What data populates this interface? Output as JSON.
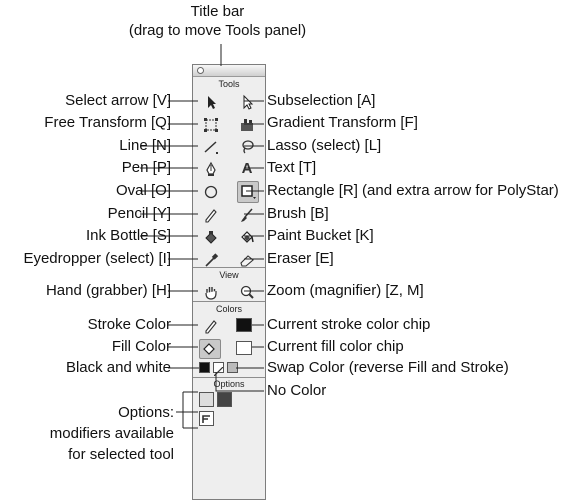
{
  "title": {
    "line1": "Title bar",
    "line2": "(drag to move Tools panel)"
  },
  "panel": {
    "tools_header": "Tools",
    "view_header": "View",
    "colors_header": "Colors",
    "options_header": "Options"
  },
  "labels_left": {
    "select_arrow": "Select arrow [V]",
    "free_transform": "Free Transform [Q]",
    "line": "Line [N]",
    "pen": "Pen [P]",
    "oval": "Oval [O]",
    "pencil": "Pencil [Y]",
    "ink_bottle": "Ink Bottle [S]",
    "eyedropper": "Eyedropper (select) [I]",
    "hand": "Hand (grabber) [H]",
    "stroke_color": "Stroke Color",
    "fill_color": "Fill Color",
    "black_white": "Black and white",
    "options_1": "Options:",
    "options_2": "modifiers available",
    "options_3": "for selected tool"
  },
  "labels_right": {
    "subselection": "Subselection [A]",
    "gradient_transform": "Gradient Transform [F]",
    "lasso": "Lasso (select) [L]",
    "text": "Text [T]",
    "rectangle": "Rectangle [R] (and extra arrow for PolyStar)",
    "brush": "Brush [B]",
    "paint_bucket": "Paint Bucket [K]",
    "eraser": "Eraser [E]",
    "zoom": "Zoom (magnifier) [Z, M]",
    "stroke_chip": "Current stroke color chip",
    "fill_chip": "Current fill color chip",
    "swap_color": "Swap Color (reverse Fill and Stroke)",
    "no_color": "No Color"
  },
  "icons": {
    "select": "arrow-icon",
    "subselect": "hollow-arrow-icon",
    "free_transform": "free-transform-icon",
    "gradient_transform": "gradient-transform-icon",
    "line": "line-icon",
    "lasso": "lasso-icon",
    "pen": "pen-icon",
    "text": "A",
    "oval": "oval-icon",
    "rectangle": "rectangle-icon",
    "pencil": "pencil-icon",
    "brush": "brush-icon",
    "ink_bottle": "ink-bottle-icon",
    "paint_bucket": "paint-bucket-icon",
    "eyedropper": "eyedropper-icon",
    "eraser": "eraser-icon",
    "hand": "hand-icon",
    "zoom": "magnifier-icon"
  }
}
